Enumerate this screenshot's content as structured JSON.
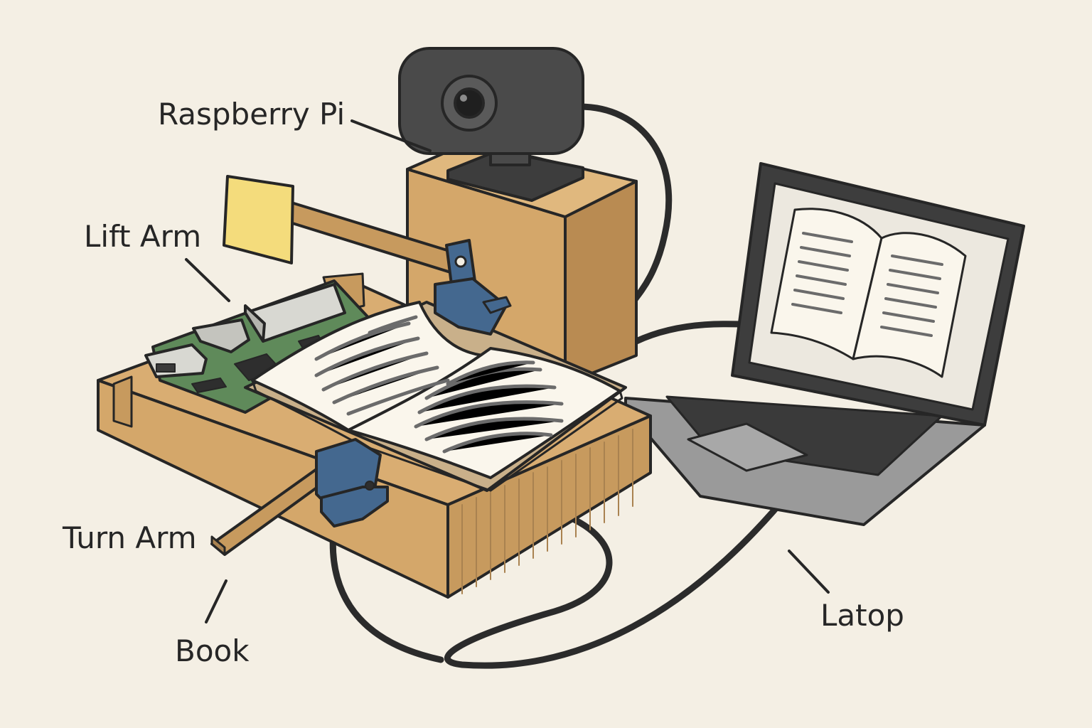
{
  "labels": {
    "raspberry_pi": "Raspberry Pi",
    "lift_arm": "Lift Arm",
    "turn_arm": "Turn Arm",
    "book": "Book",
    "laptop": "Latop"
  },
  "colors": {
    "background": "#f4efe4",
    "wood": "#d4a76a",
    "wood_dark": "#b98b52",
    "outline": "#262626",
    "pcb": "#5f8a5a",
    "clamp": "#44688f",
    "camera": "#4a4a4a",
    "sticky_note": "#f4dc7c",
    "page": "#faf6ec",
    "laptop_body": "#9a9a9a",
    "screen_bezel": "#3d3d3d",
    "cable": "#2b2b2b"
  }
}
